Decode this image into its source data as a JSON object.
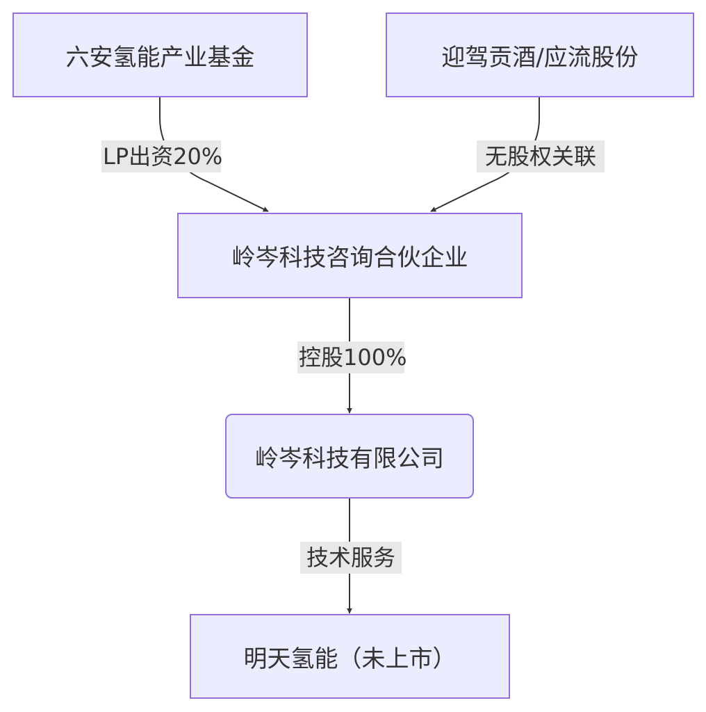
{
  "diagram": {
    "nodes": {
      "fund": "六安氢能产业基金",
      "yingjia": "迎驾贡酒/应流股份",
      "partnership": "岭岑科技咨询合伙企业",
      "company": "岭岑科技有限公司",
      "mingtian": "明天氢能（未上市）"
    },
    "edges": {
      "fund_to_partnership": "LP出资20%",
      "yingjia_to_partnership": "无股权关联",
      "partnership_to_company": "控股100%",
      "company_to_mingtian": "技术服务"
    },
    "colors": {
      "node_fill": "#ececff",
      "node_border": "#9370db",
      "edge_stroke": "#333333",
      "label_background": "#e8e8e8"
    }
  }
}
